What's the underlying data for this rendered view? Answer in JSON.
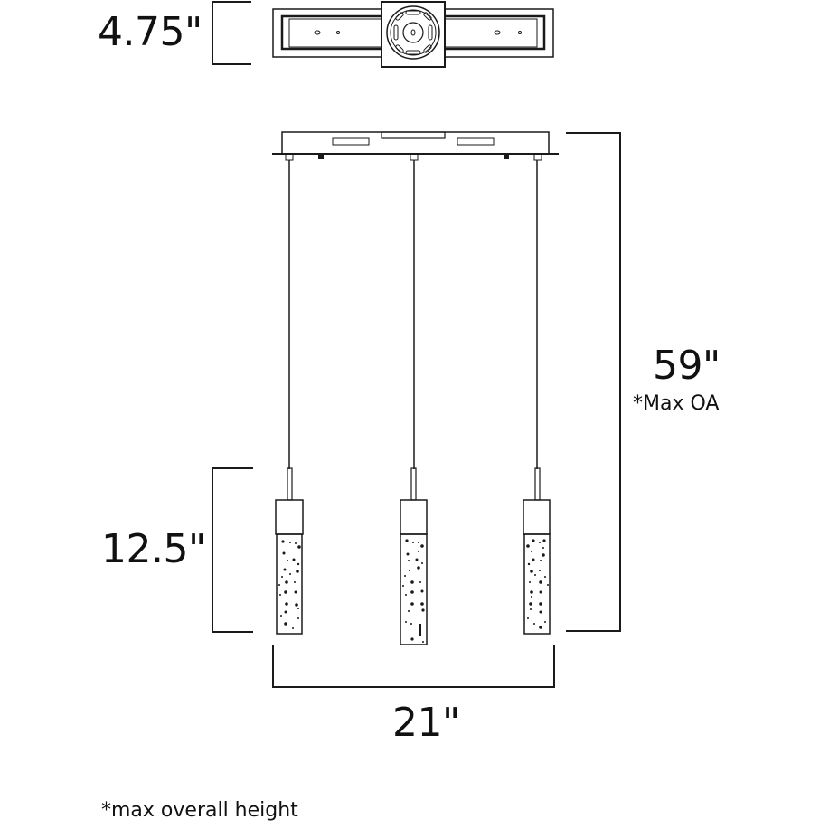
{
  "diagram": {
    "title": "Three-light linear pendant dimension drawing",
    "dimensions": {
      "canopy_depth": {
        "label": "4.75\"",
        "value": 4.75,
        "unit": "in"
      },
      "overall_height": {
        "label": "59\"",
        "note": "*Max OA",
        "value": 59,
        "unit": "in"
      },
      "shade_height": {
        "label": "12.5\"",
        "value": 12.5,
        "unit": "in"
      },
      "width": {
        "label": "21\"",
        "value": 21,
        "unit": "in"
      }
    },
    "footnote": "*max overall height",
    "components": {
      "canopy_top_view": "canopy-top-view",
      "canopy_side_view": "canopy-side-view",
      "pendant_count": 3
    },
    "colors": {
      "line": "#1a1a1a",
      "background": "#ffffff"
    }
  }
}
